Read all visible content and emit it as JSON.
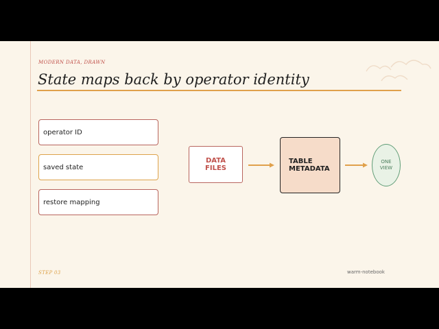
{
  "kicker": "MODERN DATA, DRAWN",
  "title": "State maps back by operator identity",
  "list": [
    {
      "label": "operator ID"
    },
    {
      "label": "saved state"
    },
    {
      "label": "restore mapping"
    }
  ],
  "flow": {
    "data_files": {
      "line1": "DATA",
      "line2": "FILES"
    },
    "table_metadata": {
      "line1": "TABLE",
      "line2": "METADATA"
    },
    "one_view": {
      "line1": "ONE",
      "line2": "VIEW"
    }
  },
  "footer": {
    "step": "STEP 03",
    "brand": "warm-notebook"
  },
  "colors": {
    "accent_orange": "#e0a04a",
    "accent_red": "#c0504a",
    "node_fill": "#f6dcc9",
    "view_green": "#5f9c76",
    "paper": "#fbf5ea"
  },
  "icons": [
    "cloud-doodle-icon",
    "arrow-right-icon"
  ]
}
